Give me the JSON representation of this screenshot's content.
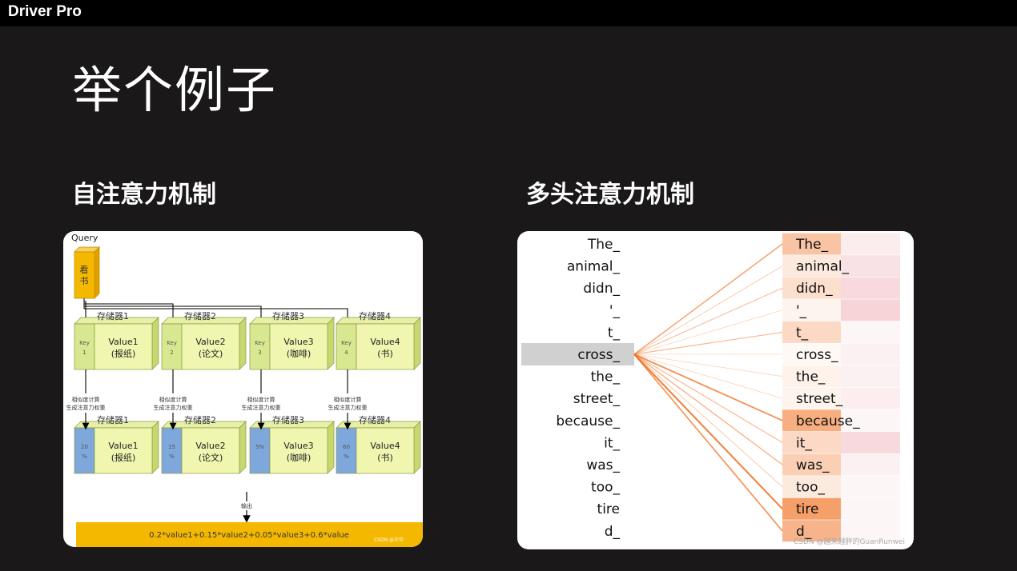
{
  "app": {
    "brand": "Driver Pro"
  },
  "slide": {
    "title": "举个例子"
  },
  "left": {
    "heading": "自注意力机制",
    "query_label": "Query",
    "query_text": [
      "看",
      "书"
    ],
    "storages": [
      {
        "name": "存储器1",
        "key": [
          "Key",
          "1"
        ],
        "value": [
          "Value1",
          "(报纸)"
        ],
        "weight": [
          "20",
          "%"
        ]
      },
      {
        "name": "存储器2",
        "key": [
          "Key",
          "2"
        ],
        "value": [
          "Value2",
          "(论文)"
        ],
        "weight": [
          "15",
          "%"
        ]
      },
      {
        "name": "存储器3",
        "key": [
          "Key",
          "3"
        ],
        "value": [
          "Value3",
          "(咖啡)"
        ],
        "weight": [
          "5%"
        ]
      },
      {
        "name": "存储器4",
        "key": [
          "Key",
          "4"
        ],
        "value": [
          "Value4",
          "(书)"
        ],
        "weight": [
          "60",
          "%"
        ]
      }
    ],
    "sim_text": [
      "相似度计算",
      "生成注意力权重"
    ],
    "output_label": "输出",
    "formula": "0.2*value1+0.15*value2+0.05*value3+0.6*value",
    "watermark": "CSDN @王华"
  },
  "right": {
    "heading": "多头注意力机制",
    "tokens": [
      "The_",
      "animal_",
      "didn_",
      "'_",
      "t_",
      "cross_",
      "the_",
      "street_",
      "because_",
      "it_",
      "was_",
      "too_",
      "tire",
      "d_"
    ],
    "focus_index": 5,
    "weights": [
      0.55,
      0.2,
      0.3,
      0.1,
      0.35,
      0.06,
      0.12,
      0.1,
      0.75,
      0.35,
      0.45,
      0.2,
      0.9,
      0.7
    ],
    "head2_weights": [
      0.1,
      0.2,
      0.3,
      0.35,
      0.0,
      0.05,
      0.05,
      0.08,
      0.0,
      0.3,
      0.05,
      0.0,
      0.0,
      0.0
    ],
    "colors": {
      "accent": "#f07020",
      "head2": "#e06070",
      "focus_bg": "#d0d0d0"
    },
    "watermark": "CSDN @越来越胖的GuanRunwei"
  }
}
